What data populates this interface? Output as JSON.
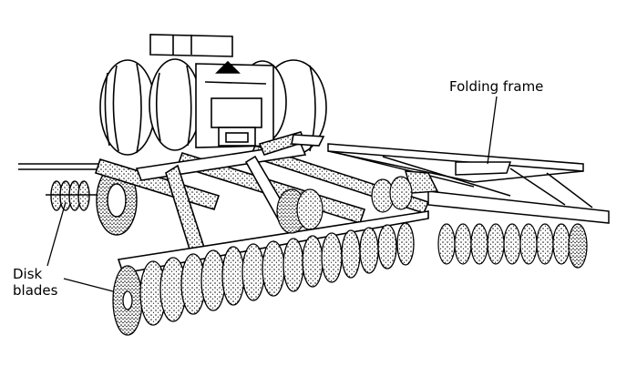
{
  "labels": {
    "folding_frame": "Folding frame",
    "disk_blades_line1": "Disk",
    "disk_blades_line2": "blades"
  },
  "colors": {
    "ink": "#000000",
    "paper": "#ffffff"
  }
}
